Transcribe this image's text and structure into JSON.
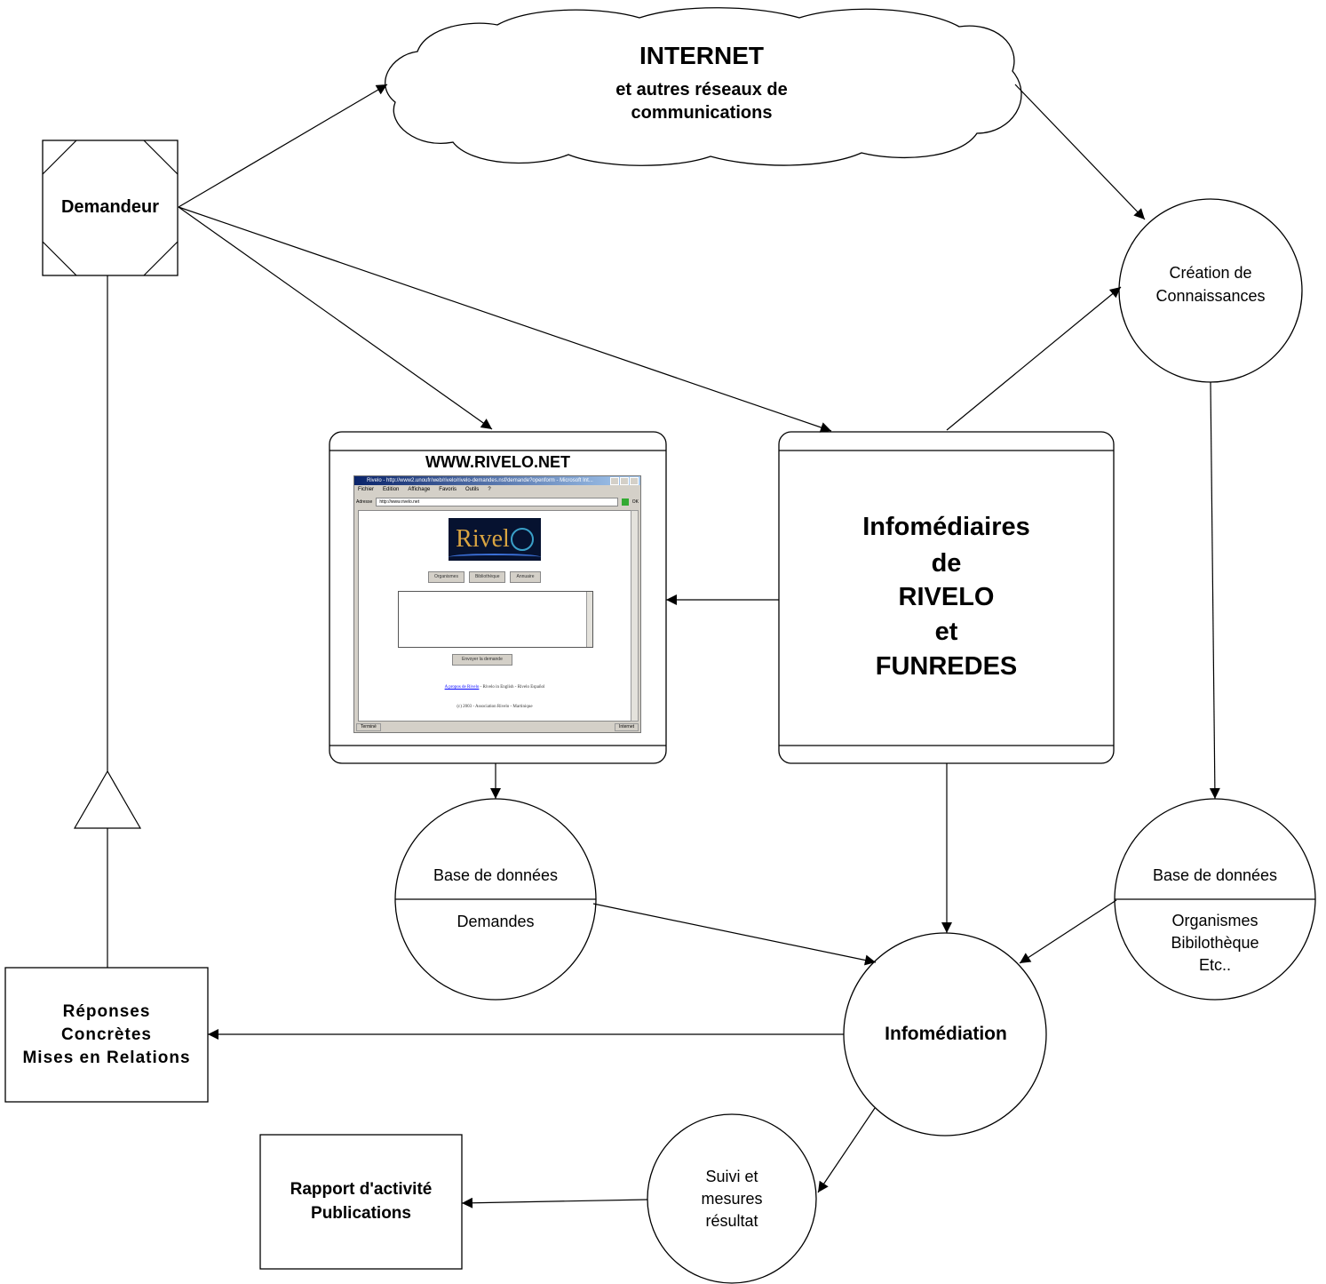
{
  "internet": {
    "title": "INTERNET",
    "subtitle_line1": "et autres réseaux de",
    "subtitle_line2": "communications"
  },
  "demandeur": {
    "label": "Demandeur"
  },
  "creation": {
    "line1": "Création de",
    "line2": "Connaissances"
  },
  "rivelo_site": {
    "title": "WWW.RIVELO.NET",
    "screenshot": {
      "window_title": "Rivelo - http://www2.unoufr/web/rivelo/rivelo-demandes.nsf/demande?openform - Microsoft Int...",
      "menu": [
        "Fichier",
        "Edition",
        "Affichage",
        "Favoris",
        "Outils",
        "?"
      ],
      "address_label": "Adresse",
      "address": "http://www.rivelo.net",
      "go_label": "OK",
      "logo": "Rivel",
      "nav_buttons": [
        "Organismes",
        "Bibliothèque",
        "Annuaire"
      ],
      "send_button": "Envoyer la demande",
      "links_prefix": "A propos de Rivelo",
      "links_rest": " - Rivelo in English - Rivelo Español",
      "copyright": "(c) 2003 - Association Rivelo - Martinique",
      "status_left": "Terminé",
      "status_right": "Internet"
    }
  },
  "infomediaires": {
    "line1": "Infomédiaires",
    "line2": "de",
    "line3": "RIVELO",
    "line4": "et",
    "line5": "FUNREDES"
  },
  "db_demandes": {
    "top": "Base de données",
    "bottom": "Demandes"
  },
  "db_organismes": {
    "top": "Base de données",
    "line1": "Organismes",
    "line2": "Bibilothèque",
    "line3": "Etc.."
  },
  "infomediation": {
    "label": "Infomédiation"
  },
  "reponses": {
    "line1": "Réponses",
    "line2": "Concrètes",
    "line3": "Mises en Relations"
  },
  "suivi": {
    "line1": "Suivi et",
    "line2": "mesures",
    "line3": "résultat"
  },
  "rapport": {
    "line1": "Rapport d'activité",
    "line2": "Publications"
  }
}
